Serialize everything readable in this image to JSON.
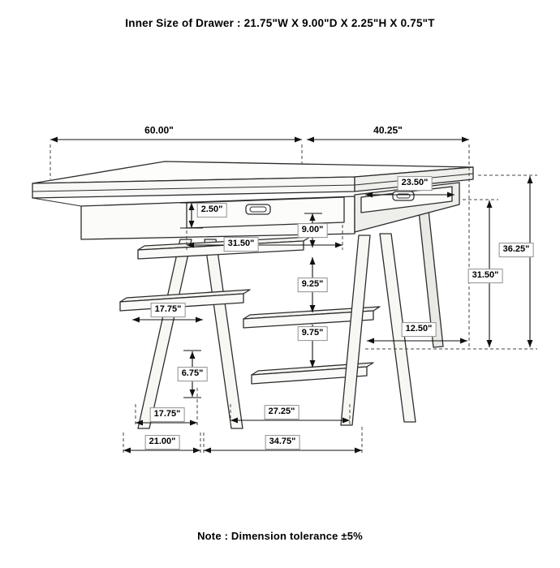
{
  "header": {
    "title": "Inner Size of Drawer : 21.75\"W X 9.00\"D X 2.25\"H X 0.75\"T"
  },
  "footer": {
    "note": "Note : Dimension tolerance ±5%"
  },
  "diagram": {
    "subject": "Counter-height trestle table with two drawers, side ladder shelves and stretchers",
    "dimensions": {
      "top_length": "60.00\"",
      "top_depth": "40.25\"",
      "side_drawer_width": "23.50\"",
      "drawer_front_height": "2.50\"",
      "front_drawer_width": "31.50\"",
      "apron_to_shelf_gap": "9.00\"",
      "shelf_to_stretcher_gap": "9.25\"",
      "stretcher_to_rail_gap": "9.75\"",
      "upper_shelf_depth": "17.75\"",
      "overall_height": "36.25\"",
      "underside_height": "31.50\"",
      "top_overhang": "12.50\"",
      "rail_to_floor": "6.75\"",
      "inner_leg_span": "27.25\"",
      "lower_shelf_depth": "17.75\"",
      "left_foot_span": "21.00\"",
      "base_span": "34.75\""
    }
  }
}
